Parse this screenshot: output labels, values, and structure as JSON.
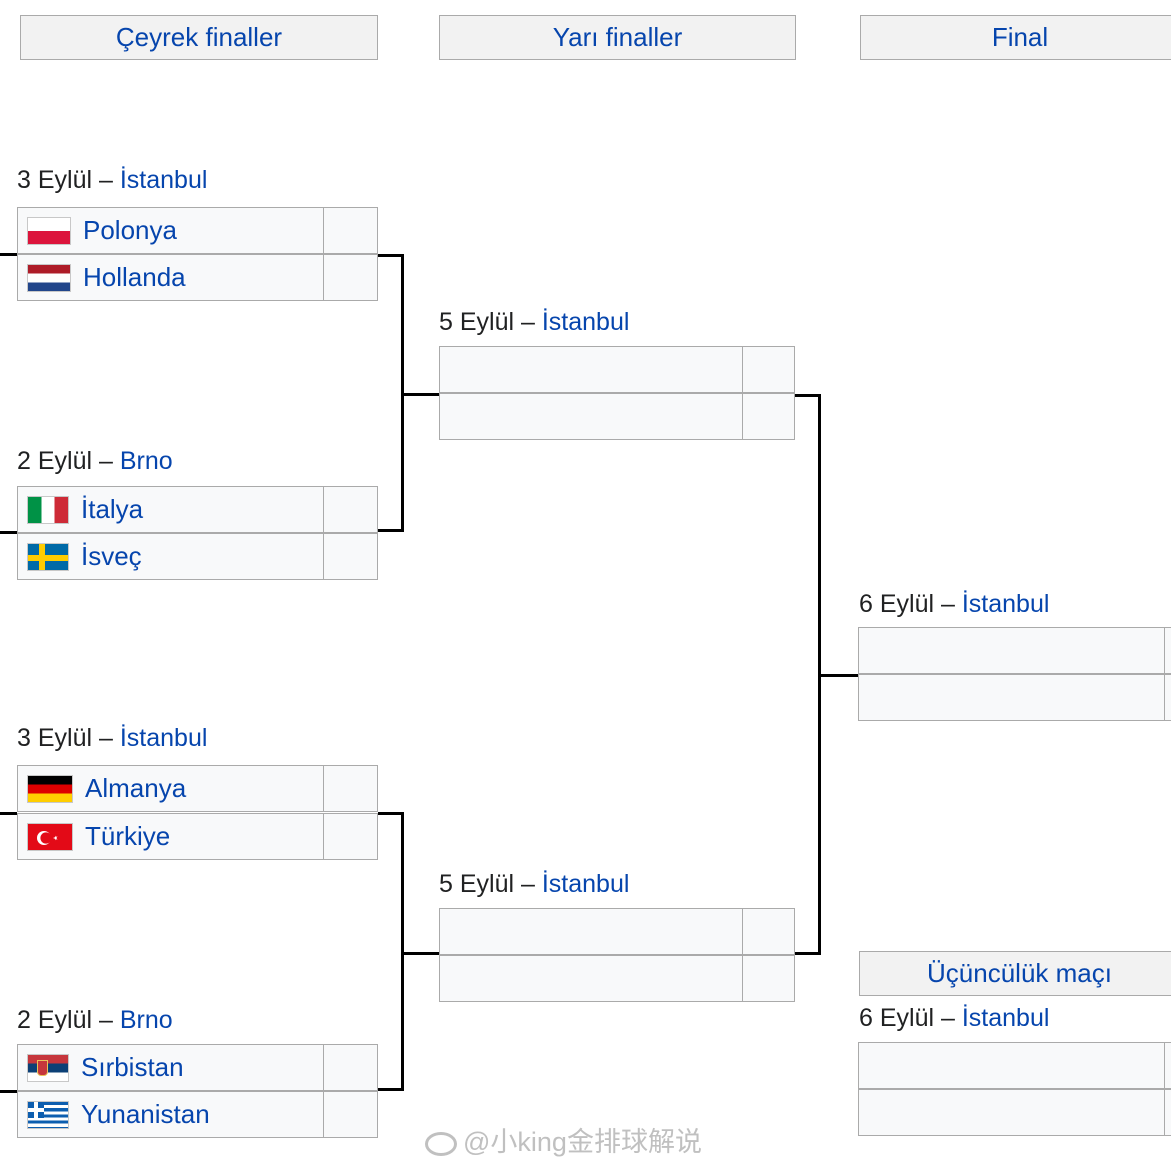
{
  "rounds": {
    "quarterfinals": "Çeyrek finaller",
    "semifinals": "Yarı finaller",
    "final": "Final",
    "third_place": "Üçüncülük maçı"
  },
  "qf1": {
    "date": "3 Eylül",
    "sep": " – ",
    "venue": "İstanbul",
    "team1": "Polonya",
    "team2": "Hollanda"
  },
  "qf2": {
    "date": "2 Eylül",
    "sep": " – ",
    "venue": "Brno",
    "team1": "İtalya",
    "team2": "İsveç"
  },
  "qf3": {
    "date": "3 Eylül",
    "sep": " – ",
    "venue": "İstanbul",
    "team1": "Almanya",
    "team2": "Türkiye"
  },
  "qf4": {
    "date": "2 Eylül",
    "sep": " – ",
    "venue": "Brno",
    "team1": "Sırbistan",
    "team2": "Yunanistan"
  },
  "sf1": {
    "date": "5 Eylül",
    "sep": " – ",
    "venue": "İstanbul"
  },
  "sf2": {
    "date": "5 Eylül",
    "sep": " – ",
    "venue": "İstanbul"
  },
  "final": {
    "date": "6 Eylül",
    "sep": " – ",
    "venue": "İstanbul"
  },
  "third": {
    "date": "6 Eylül",
    "sep": " – ",
    "venue": "İstanbul"
  },
  "watermark": "@小king金排球解说",
  "colors": {
    "link": "#0645ad",
    "cell_bg": "#f8f9fa",
    "header_bg": "#f2f2f2",
    "border": "#aaaaaa"
  }
}
